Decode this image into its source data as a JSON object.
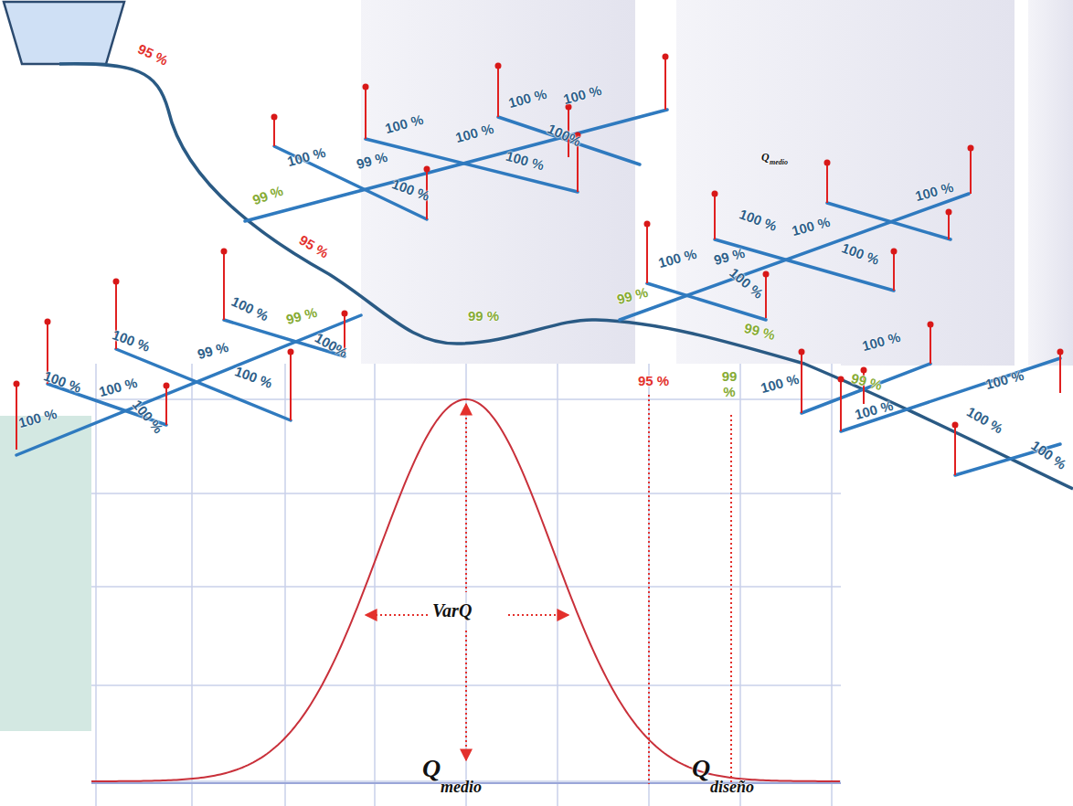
{
  "diagram": {
    "labels": [
      "95 %",
      "100 %",
      "100 %",
      "100 %",
      "100 %",
      "100%",
      "100 %",
      "100 %",
      "99 %",
      "100 %",
      "99 %",
      "95 %",
      "100 %",
      "99 %",
      "100%",
      "100 %",
      "99 %",
      "100 %",
      "100 %",
      "100 %",
      "100 %",
      "100 %",
      "99 %",
      "Q",
      "medio",
      "100 %",
      "100 %",
      "100 %",
      "100 %",
      "100 %",
      "99 %",
      "100 %",
      "99 %",
      "99 %",
      "100 %",
      "100 %",
      "99 %",
      "100 %",
      "100 %",
      "100 %",
      "100 %",
      "95 %",
      "99 %",
      "VarQ",
      "Q",
      "medio",
      "Q",
      "diseño"
    ]
  }
}
